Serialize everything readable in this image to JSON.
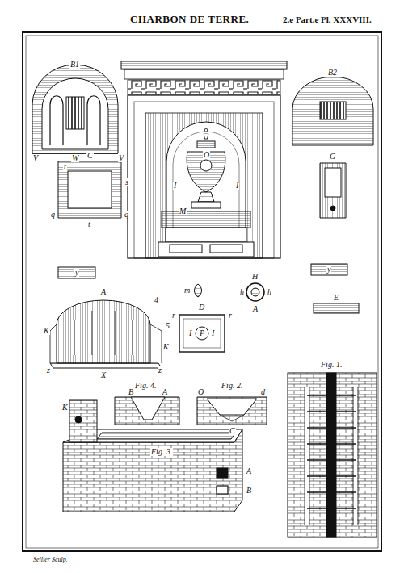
{
  "diagram": {
    "title": "CHARBON DE TERRE.",
    "labels": [
      "2.e Part.e Pl. XXXVIII.",
      "B1",
      "V",
      "W",
      "V",
      "B2",
      "C",
      "t",
      "s",
      "q",
      "t",
      "q",
      "G",
      "y",
      "y",
      "E",
      "I",
      "O",
      "I",
      "M",
      "m",
      "H",
      "h",
      "h",
      "A",
      "A",
      "K",
      "K",
      "4",
      "5",
      "z",
      "X",
      "z",
      "D",
      "r",
      "r",
      "I",
      "P",
      "I",
      "Fig. 4.",
      "B",
      "A",
      "Fig. 2.",
      "O",
      "d",
      "C",
      "Fig. 1.",
      "Fig. 3.",
      "K",
      "A",
      "B",
      "Sellier Sculp."
    ]
  }
}
